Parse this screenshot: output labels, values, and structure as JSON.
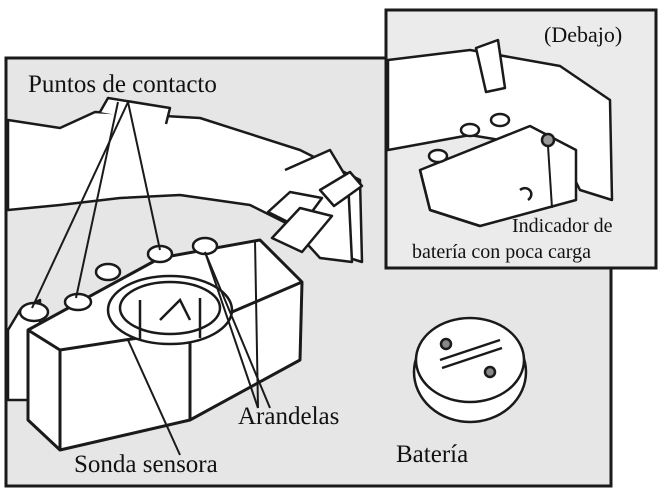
{
  "labels": {
    "contact_points": "Puntos de contacto",
    "washers": "Arandelas",
    "sensor_probe": "Sonda sensora",
    "battery": "Batería",
    "underside": "(Debajo)",
    "low_battery_line1": "Indicador de",
    "low_battery_line2": "batería con poca carga"
  },
  "colors": {
    "panel_bg": "#e6e6e6",
    "inset_bg": "#ebebeb",
    "outline": "#1a1a1a",
    "fill": "#ffffff"
  }
}
